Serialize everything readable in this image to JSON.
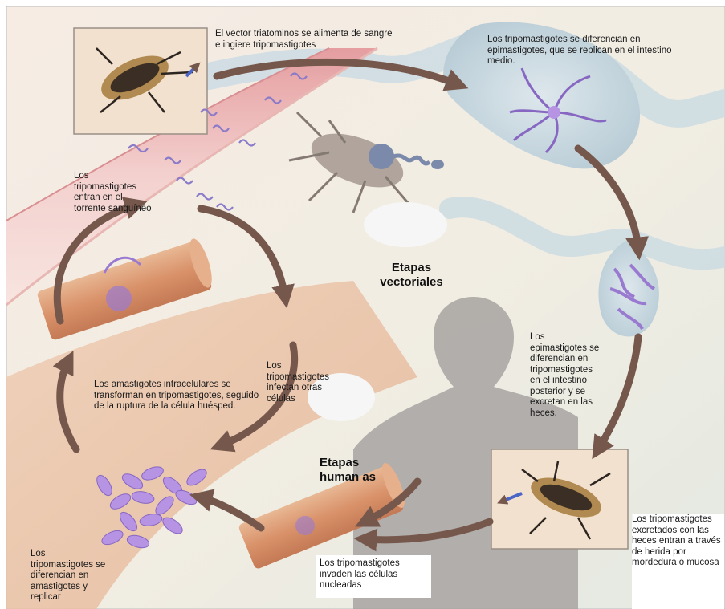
{
  "labels": {
    "vector_feeds": "El vector triatominos se alimenta de sangre e ingiere tripomastigotes",
    "differentiate_epi": "Los tripomastigotes se diferencian en epimastigotes, que se replican en el intestino medio.",
    "enter_blood": "Los tripomastigotes entran en el torrente sanguíneo",
    "infect_cells": "Los tripomastigotes infectan otras células",
    "amastigotes_transform": "Los amastigotes intracelulares se transforman en tripomastigotes, seguido de la ruptura de la célula huésped.",
    "epi_to_tripo": "Los epimastigotes se diferencian en tripomastigotes en el intestino posterior y se excretan en las heces.",
    "excreted_enter": "Los tripomastigotes excretados con las heces entran a través de herida por mordedura o mucosa",
    "invade_nucleated": "Los tripomastigotes invaden las células nucleadas",
    "differentiate_ama": "Los tripomastigotes se diferencian en amastigotes y replicar"
  },
  "stages": {
    "vector": "Etapas vectoriales",
    "human": "Etapas human as"
  },
  "colors": {
    "arrow": "#76574c",
    "vessel": "#efc6c4",
    "gut": "#c6d7df",
    "parasite": "#9a7ad0",
    "tissue": "#e2ac87"
  }
}
